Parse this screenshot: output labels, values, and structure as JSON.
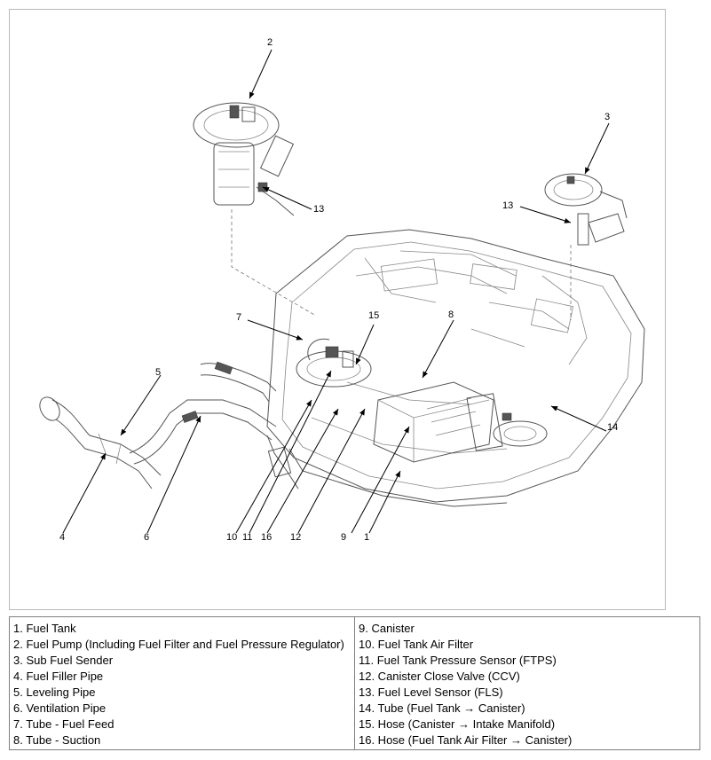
{
  "callouts": {
    "c1": "1",
    "c2": "2",
    "c3": "3",
    "c4": "4",
    "c5": "5",
    "c6": "6",
    "c7": "7",
    "c8": "8",
    "c9": "9",
    "c10": "10",
    "c11": "11",
    "c12": "12",
    "c13a": "13",
    "c13b": "13",
    "c14": "14",
    "c15": "15",
    "c16": "16"
  },
  "legend": {
    "left": [
      "1. Fuel Tank",
      "2. Fuel Pump (Including Fuel Filter and Fuel Pressure Regulator)",
      "3. Sub Fuel Sender",
      "4. Fuel Filler Pipe",
      "5. Leveling Pipe",
      "6. Ventilation Pipe",
      "7. Tube - Fuel Feed",
      "8. Tube - Suction"
    ],
    "right": [
      "9. Canister",
      "10. Fuel Tank Air Filter",
      "11. Fuel Tank Pressure Sensor (FTPS)",
      "12. Canister Close Valve (CCV)",
      "13. Fuel Level Sensor (FLS)",
      "14. Tube (Fuel Tank → Canister)",
      "15. Hose (Canister → Intake Manifold)",
      "16. Hose (Fuel Tank Air Filter → Canister)"
    ]
  }
}
